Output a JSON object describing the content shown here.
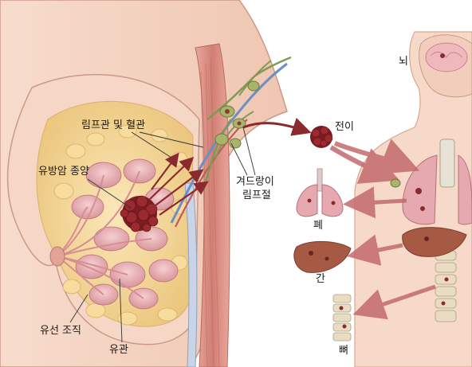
{
  "labels": {
    "lymph_blood_vessels": "림프관 및 혈관",
    "breast_tumor": "유방암 종양",
    "axillary_lymph_nodes_line1": "겨드랑이",
    "axillary_lymph_nodes_line2": "림프절",
    "metastasis": "전이",
    "brain": "뇌",
    "lung": "폐",
    "liver": "간",
    "bone": "뼈",
    "glandular_tissue": "유선 조직",
    "milk_duct": "유관"
  },
  "colors": {
    "skin": "#f4d3c1",
    "skin_outline": "#c99a88",
    "fat": "#f2d79a",
    "gland_lobule": "#e8b3b5",
    "tumor": "#7a1c22",
    "muscle": "#d98a7f",
    "nerve_green": "#7f9a55",
    "vein_blue": "#6b8fc4",
    "arrow": "#8a2a2e",
    "lung": "#e7a9b0",
    "liver": "#a65a43",
    "bone": "#eadcc0"
  }
}
